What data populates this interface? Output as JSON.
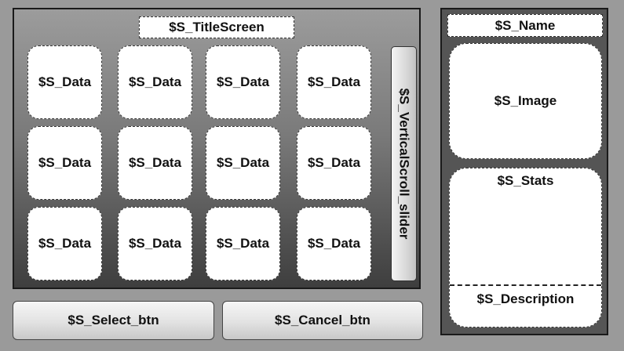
{
  "main_panel": {
    "title": "$S_TitleScreen",
    "grid": [
      [
        "$S_Data",
        "$S_Data",
        "$S_Data",
        "$S_Data"
      ],
      [
        "$S_Data",
        "$S_Data",
        "$S_Data",
        "$S_Data"
      ],
      [
        "$S_Data",
        "$S_Data",
        "$S_Data",
        "$S_Data"
      ]
    ],
    "scroll_label": "$S_VerticalScroll_slider"
  },
  "buttons": {
    "select_label": "$S_Select_btn",
    "cancel_label": "$S_Cancel_btn"
  },
  "info_panel": {
    "name": "$S_Name",
    "image": "$S_Image",
    "stats": "$S_Stats",
    "description": "$S_Description"
  }
}
